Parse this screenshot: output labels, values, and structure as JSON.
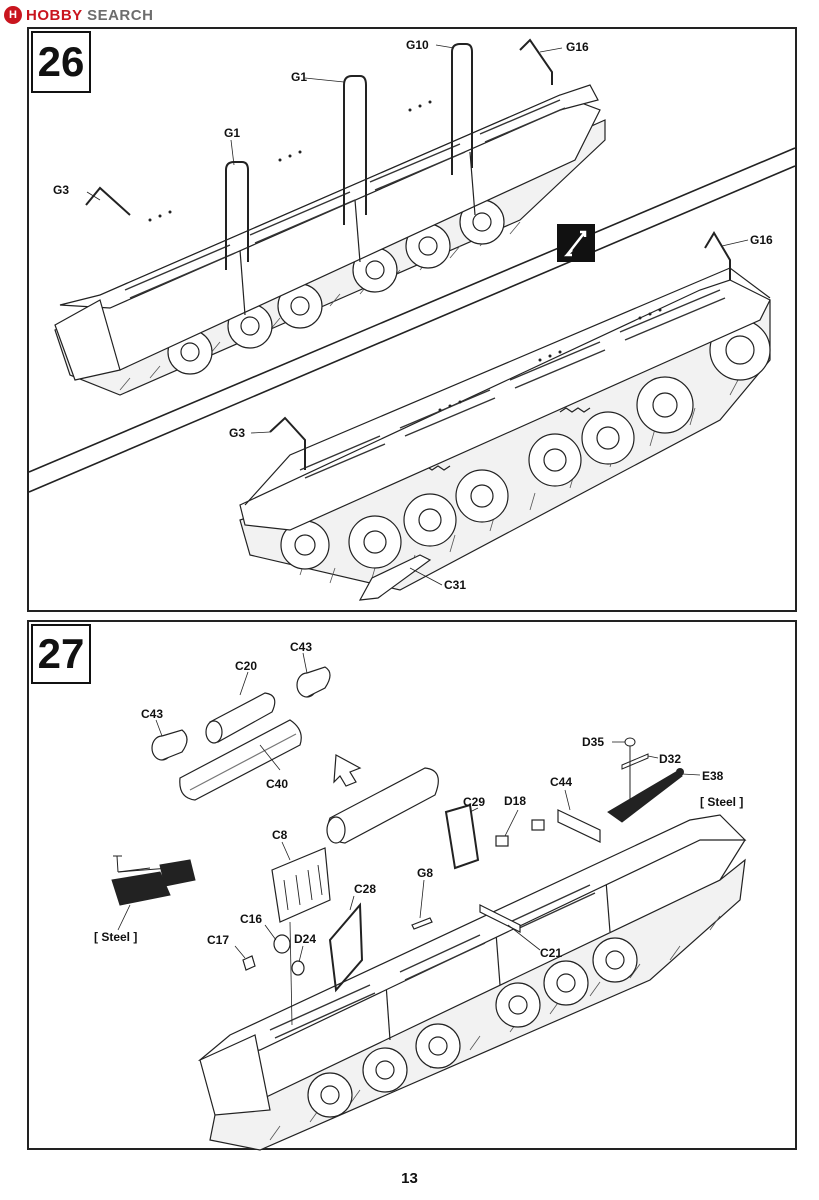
{
  "watermark": {
    "logo_text": "H",
    "brand_a": "HOBBY",
    "brand_b": " SEARCH"
  },
  "steps": [
    {
      "number": "26",
      "callouts": [
        "G10",
        "G16",
        "G1",
        "G1",
        "G3",
        "G16",
        "G3",
        "C31"
      ]
    },
    {
      "number": "27",
      "callouts": [
        "C43",
        "C20",
        "C43",
        "C40",
        "D35",
        "D32",
        "E38",
        "[ Steel ]",
        "C44",
        "D18",
        "C29",
        "C8",
        "G8",
        "C28",
        "C16",
        "D24",
        "C17",
        "C21",
        "[ Steel ]"
      ]
    }
  ],
  "page_number": "13"
}
